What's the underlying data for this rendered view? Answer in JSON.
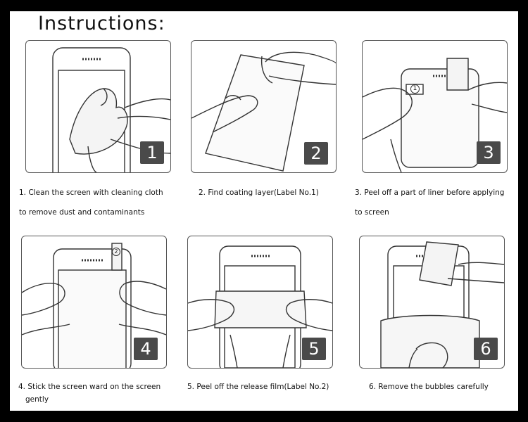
{
  "title": "Instructions:",
  "steps": [
    {
      "number": "1",
      "caption_line1": "1. Clean the screen with cleaning cloth",
      "caption_line2": "to remove dust and contaminants"
    },
    {
      "number": "2",
      "caption_line1": "2. Find coating layer(Label No.1)",
      "caption_line2": ""
    },
    {
      "number": "3",
      "caption_line1": "3. Peel off a part of liner before applying",
      "caption_line2": "to screen"
    },
    {
      "number": "4",
      "caption_line1": "4. Stick the screen ward on the screen",
      "caption_line2": "gently"
    },
    {
      "number": "5",
      "caption_line1": "5. Peel off the release film(Label No.2)",
      "caption_line2": ""
    },
    {
      "number": "6",
      "caption_line1": "6. Remove the bubbles carefully",
      "caption_line2": ""
    }
  ],
  "label_markers": {
    "liner_tab": "1",
    "film_tab": "2"
  },
  "colors": {
    "frame": "#000000",
    "badge": "#4a4a4a",
    "line_art": "#333333"
  }
}
